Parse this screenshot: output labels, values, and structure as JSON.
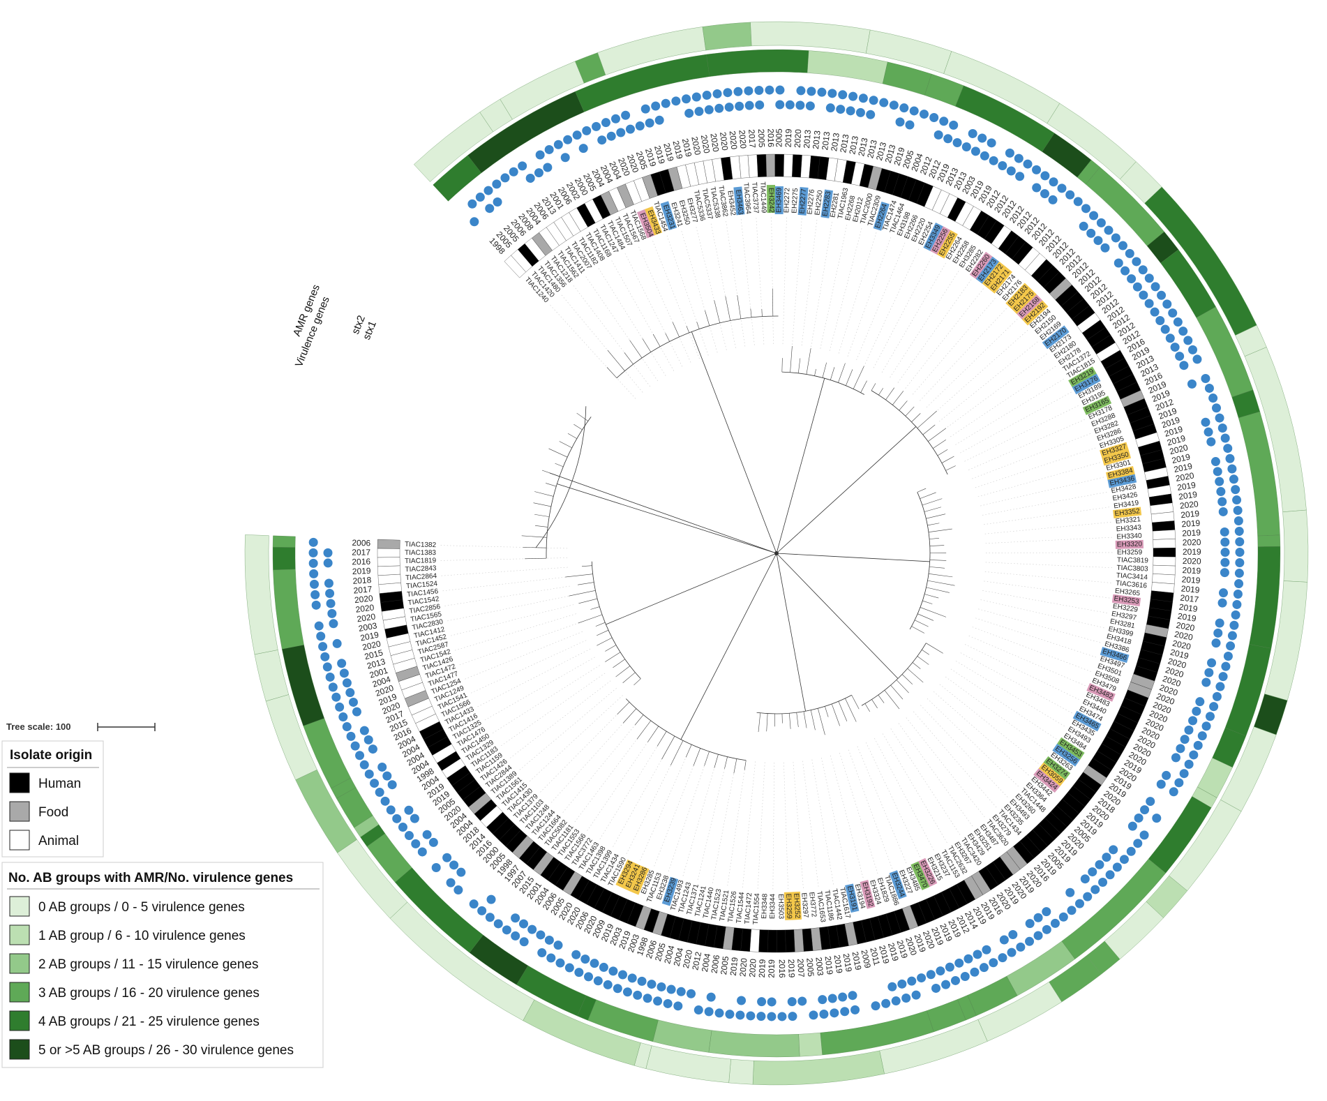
{
  "ring_titles": {
    "amr": "AMR genes",
    "virulence": "Virulence genes",
    "stx2": "stx2",
    "stx1": "stx1"
  },
  "tree_scale": {
    "label": "Tree scale: 100"
  },
  "legend_origin": {
    "title": "Isolate origin",
    "items": [
      {
        "label": "Human",
        "color": "#000000"
      },
      {
        "label": "Food",
        "color": "#a9a9a9"
      },
      {
        "label": "Animal",
        "color": "#ffffff"
      }
    ]
  },
  "legend_groups": {
    "title": "No. AB groups with AMR/No. virulence genes",
    "items": [
      {
        "label": "0 AB groups / 0 - 5 virulence genes",
        "color": "#ddefd8"
      },
      {
        "label": "1 AB group / 6 - 10 virulence genes",
        "color": "#bcdfb2"
      },
      {
        "label": "2 AB groups / 11 - 15 virulence genes",
        "color": "#93c98a"
      },
      {
        "label": "3 AB groups / 16 - 20 virulence genes",
        "color": "#5fa957"
      },
      {
        "label": "4 AB groups / 21 - 25 virulence genes",
        "color": "#2f7d2e"
      },
      {
        "label": "5 or >5 AB groups / 26 - 30 virulence genes",
        "color": "#1c4e1b"
      }
    ]
  },
  "colors": {
    "stx_dot": "#3a85c9",
    "highlight_yellow": "#f3c74a",
    "highlight_pink": "#d99ab8",
    "highlight_green": "#7dbb5e",
    "highlight_blue": "#5b9bd5",
    "highlight_orange": "#e8833a"
  },
  "leaves": [
    {
      "id": "TIAC1240",
      "year": "1998"
    },
    {
      "id": "TIAC1420",
      "year": "2005"
    },
    {
      "id": "TIAC1480",
      "year": "2005"
    },
    {
      "id": "TIAC1356",
      "year": "2006"
    },
    {
      "id": "TIAC1218",
      "year": "2008"
    },
    {
      "id": "TIAC1562",
      "year": "2004"
    },
    {
      "id": "TIAC1411",
      "year": "2006"
    },
    {
      "id": "TIAC2007",
      "year": "2013"
    },
    {
      "id": "TIAC1182",
      "year": "2001"
    },
    {
      "id": "TIAC1408",
      "year": "2006"
    },
    {
      "id": "TIAC1168",
      "year": "2002"
    },
    {
      "id": "TIAC1247",
      "year": "2000"
    },
    {
      "id": "TIAC1484",
      "year": "2005"
    },
    {
      "id": "TIAC1507",
      "year": "2004"
    },
    {
      "id": "TIAC1567",
      "year": "2004"
    },
    {
      "id": "TIAC1568",
      "year": "2004"
    },
    {
      "id": "EH3504",
      "year": "2020"
    },
    {
      "id": "EH3433",
      "year": "2020"
    },
    {
      "id": "TIAC1454",
      "year": "2005"
    },
    {
      "id": "EH3231",
      "year": "2019"
    },
    {
      "id": "EH3241",
      "year": "2019"
    },
    {
      "id": "EH3250",
      "year": "2019"
    },
    {
      "id": "EH3277",
      "year": "2019"
    },
    {
      "id": "TIAC5336",
      "year": "2019"
    },
    {
      "id": "TIAC5337",
      "year": "2020"
    },
    {
      "id": "TIAC5338",
      "year": "2020"
    },
    {
      "id": "TIAC3862",
      "year": "2020"
    },
    {
      "id": "EH3452",
      "year": "2020"
    },
    {
      "id": "EH3463",
      "year": "2020"
    },
    {
      "id": "TIAC3964",
      "year": "2020"
    },
    {
      "id": "TIAC3737",
      "year": "2017"
    },
    {
      "id": "TIAC1449",
      "year": "2005"
    },
    {
      "id": "EH3242",
      "year": "2016"
    },
    {
      "id": "EH3469",
      "year": "2005"
    },
    {
      "id": "EH2272",
      "year": "2019"
    },
    {
      "id": "EH2275",
      "year": "2020"
    },
    {
      "id": "EH2277",
      "year": "2013"
    },
    {
      "id": "EH2276",
      "year": "2013"
    },
    {
      "id": "EH2250",
      "year": "2013"
    },
    {
      "id": "EH2283",
      "year": "2013"
    },
    {
      "id": "EH2281",
      "year": "2013"
    },
    {
      "id": "TIAC1963",
      "year": "2013"
    },
    {
      "id": "EH2268",
      "year": "2013"
    },
    {
      "id": "EH2012",
      "year": "2013"
    },
    {
      "id": "TIAC2000",
      "year": "2013"
    },
    {
      "id": "TIAC2309",
      "year": "2013"
    },
    {
      "id": "EH2264",
      "year": "2019"
    },
    {
      "id": "TIAC1474",
      "year": "2005"
    },
    {
      "id": "TIAC1464",
      "year": "2004"
    },
    {
      "id": "EH3198",
      "year": "2012"
    },
    {
      "id": "EH2266",
      "year": "2012"
    },
    {
      "id": "EH2220",
      "year": "2019"
    },
    {
      "id": "EH2254",
      "year": "2013"
    },
    {
      "id": "EH3349",
      "year": "2013"
    },
    {
      "id": "EH2256",
      "year": "2003"
    },
    {
      "id": "EH2255",
      "year": "2019"
    },
    {
      "id": "EH2264",
      "year": "2019"
    },
    {
      "id": "EH2258",
      "year": "2012"
    },
    {
      "id": "EH3285",
      "year": "2012"
    },
    {
      "id": "EH2282",
      "year": "2012"
    },
    {
      "id": "EH2260",
      "year": "2012"
    },
    {
      "id": "EH2173",
      "year": "2012"
    },
    {
      "id": "EH2172",
      "year": "2012"
    },
    {
      "id": "EH2171",
      "year": "2012"
    },
    {
      "id": "EH2174",
      "year": "2012"
    },
    {
      "id": "EH2176",
      "year": "2012"
    },
    {
      "id": "EH2183",
      "year": "2012"
    },
    {
      "id": "EH2175",
      "year": "2012"
    },
    {
      "id": "EH2168",
      "year": "2012"
    },
    {
      "id": "EH2192",
      "year": "2012"
    },
    {
      "id": "EH2194",
      "year": "2012"
    },
    {
      "id": "EH2150",
      "year": "2012"
    },
    {
      "id": "EH2169",
      "year": "2012"
    },
    {
      "id": "EH2170",
      "year": "2012"
    },
    {
      "id": "EH2173",
      "year": "2012"
    },
    {
      "id": "EH2180",
      "year": "2012"
    },
    {
      "id": "EH2178",
      "year": "2012"
    },
    {
      "id": "TIAC1372",
      "year": "2012"
    },
    {
      "id": "TIAC1815",
      "year": "2012"
    },
    {
      "id": "EH3219",
      "year": "2016"
    },
    {
      "id": "EH3176",
      "year": "2019"
    },
    {
      "id": "EH3189",
      "year": "2013"
    },
    {
      "id": "EH3195",
      "year": "2013"
    },
    {
      "id": "EH3165",
      "year": "2016"
    },
    {
      "id": "EH3178",
      "year": "2019"
    },
    {
      "id": "EH3288",
      "year": "2019"
    },
    {
      "id": "EH3282",
      "year": "2012"
    },
    {
      "id": "EH3286",
      "year": "2019"
    },
    {
      "id": "EH3305",
      "year": "2019"
    },
    {
      "id": "EH3327",
      "year": "2019"
    },
    {
      "id": "EH3350",
      "year": "2019"
    },
    {
      "id": "EH3301",
      "year": "2020"
    },
    {
      "id": "EH3384",
      "year": "2019"
    },
    {
      "id": "EH3436",
      "year": "2019"
    },
    {
      "id": "EH3428",
      "year": "2020"
    },
    {
      "id": "EH3426",
      "year": "2019"
    },
    {
      "id": "EH3419",
      "year": "2019"
    },
    {
      "id": "EH3352",
      "year": "2020"
    },
    {
      "id": "EH3321",
      "year": "2019"
    },
    {
      "id": "EH3343",
      "year": "2019"
    },
    {
      "id": "EH3340",
      "year": "2019"
    },
    {
      "id": "EH3320",
      "year": "2020"
    },
    {
      "id": "EH3259",
      "year": "2019"
    },
    {
      "id": "TIAC3819",
      "year": "2020"
    },
    {
      "id": "TIAC3803",
      "year": "2019"
    },
    {
      "id": "TIAC3414",
      "year": "2019"
    },
    {
      "id": "TIAC3616",
      "year": "2019"
    },
    {
      "id": "EH3265",
      "year": "2017"
    },
    {
      "id": "EH3253",
      "year": "2019"
    },
    {
      "id": "EH3229",
      "year": "2019"
    },
    {
      "id": "EH3297",
      "year": "2020"
    },
    {
      "id": "EH3281",
      "year": "2020"
    },
    {
      "id": "EH3399",
      "year": "2020"
    },
    {
      "id": "EH3418",
      "year": "2019"
    },
    {
      "id": "EH3386",
      "year": "2020"
    },
    {
      "id": "EH3466",
      "year": "2020"
    },
    {
      "id": "EH3497",
      "year": "2020"
    },
    {
      "id": "EH3501",
      "year": "2020"
    },
    {
      "id": "EH3508",
      "year": "2020"
    },
    {
      "id": "EH3479",
      "year": "2020"
    },
    {
      "id": "EH3482",
      "year": "2020"
    },
    {
      "id": "EH3483",
      "year": "2020"
    },
    {
      "id": "EH3440",
      "year": "2020"
    },
    {
      "id": "EH3474",
      "year": "2020"
    },
    {
      "id": "EH3465",
      "year": "2020"
    },
    {
      "id": "EH3435",
      "year": "2020"
    },
    {
      "id": "EH3493",
      "year": "2019"
    },
    {
      "id": "EH3484",
      "year": "2020"
    },
    {
      "id": "EH3453",
      "year": "2019"
    },
    {
      "id": "EH3256",
      "year": "2019"
    },
    {
      "id": "EH3263",
      "year": "2020"
    },
    {
      "id": "EH3274",
      "year": "2018"
    },
    {
      "id": "EH3059",
      "year": "2020"
    },
    {
      "id": "EH3424",
      "year": "2019"
    },
    {
      "id": "EH3442",
      "year": "2019"
    },
    {
      "id": "EH3364",
      "year": "2005"
    },
    {
      "id": "TIAC1448",
      "year": "2020"
    },
    {
      "id": "EH3260",
      "year": "2019"
    },
    {
      "id": "EH3493",
      "year": "2019"
    },
    {
      "id": "EH3235",
      "year": "2005"
    },
    {
      "id": "TIAC1434",
      "year": "2019"
    },
    {
      "id": "EH3279",
      "year": "2016"
    },
    {
      "id": "TIAC3620",
      "year": "2020"
    },
    {
      "id": "EH3487",
      "year": "2019"
    },
    {
      "id": "EH3251",
      "year": "2020"
    },
    {
      "id": "EH3429",
      "year": "2019"
    },
    {
      "id": "TIAC3420",
      "year": "2020"
    },
    {
      "id": "EH3267",
      "year": "2016"
    },
    {
      "id": "TIAC2632",
      "year": "2019"
    },
    {
      "id": "TIAC1153",
      "year": "2019"
    },
    {
      "id": "EH3237",
      "year": "2014"
    },
    {
      "id": "EH3215",
      "year": "2012"
    },
    {
      "id": "EH3226",
      "year": "2019"
    },
    {
      "id": "EH3470",
      "year": "2019"
    },
    {
      "id": "EH3485",
      "year": "2019"
    },
    {
      "id": "EH3227",
      "year": "2020"
    },
    {
      "id": "EH3244",
      "year": "2019"
    },
    {
      "id": "TIAC1886",
      "year": "2020"
    },
    {
      "id": "EH1829",
      "year": "2019"
    },
    {
      "id": "EH3324",
      "year": "2019"
    },
    {
      "id": "EH3192",
      "year": "2019"
    },
    {
      "id": "EH3194",
      "year": "2011"
    },
    {
      "id": "EH3191",
      "year": "2009"
    },
    {
      "id": "TIAC1617",
      "year": "2019"
    },
    {
      "id": "TIAC1442",
      "year": "2019"
    },
    {
      "id": "TIAC1186",
      "year": "2019"
    },
    {
      "id": "TIAC1653",
      "year": "2019"
    },
    {
      "id": "EH3772",
      "year": "2003"
    },
    {
      "id": "EH3297",
      "year": "2005"
    },
    {
      "id": "EH3252",
      "year": "2007"
    },
    {
      "id": "EH3259",
      "year": "2019"
    },
    {
      "id": "EH3503",
      "year": "2016"
    },
    {
      "id": "EH3344",
      "year": "2019"
    },
    {
      "id": "EH3348",
      "year": "2019"
    },
    {
      "id": "TIAC1554",
      "year": "2020"
    },
    {
      "id": "TIAC1472",
      "year": "2020"
    },
    {
      "id": "TIAC1544",
      "year": "2019"
    },
    {
      "id": "TIAC1526",
      "year": "2005"
    },
    {
      "id": "TIAC1521",
      "year": "2006"
    },
    {
      "id": "TIAC1523",
      "year": "2004"
    },
    {
      "id": "TIAC1440",
      "year": "2012"
    },
    {
      "id": "TIAC1241",
      "year": "2020"
    },
    {
      "id": "TIAC1371",
      "year": "2004"
    },
    {
      "id": "TIAC1243",
      "year": "2004"
    },
    {
      "id": "TIAC1493",
      "year": "2005"
    },
    {
      "id": "EH3239",
      "year": "2006"
    },
    {
      "id": "EH3238",
      "year": "1998"
    },
    {
      "id": "TIAC1153",
      "year": "2003"
    },
    {
      "id": "EH3285",
      "year": "2019"
    },
    {
      "id": "EH3286",
      "year": "2003"
    },
    {
      "id": "EH3241",
      "year": "2019"
    },
    {
      "id": "EH3294",
      "year": "2009"
    },
    {
      "id": "TIAC1590",
      "year": "2020"
    },
    {
      "id": "TIAC1434",
      "year": "2006"
    },
    {
      "id": "TIAC1399",
      "year": "2020"
    },
    {
      "id": "TIAC1398",
      "year": "2020"
    },
    {
      "id": "TIAC1463",
      "year": "2005"
    },
    {
      "id": "TIAC3772",
      "year": "2006"
    },
    {
      "id": "TIAC1566",
      "year": "2004"
    },
    {
      "id": "TIAC1553",
      "year": "2001"
    },
    {
      "id": "TIAC1181",
      "year": "2015"
    },
    {
      "id": "TIAC5082",
      "year": "2007"
    },
    {
      "id": "TIAC1664",
      "year": "1997"
    },
    {
      "id": "TIAC1244",
      "year": "1998"
    },
    {
      "id": "TIAC1248",
      "year": "2005"
    },
    {
      "id": "TIAC1103",
      "year": "2000"
    },
    {
      "id": "TIAC1379",
      "year": "2016"
    },
    {
      "id": "TIAC1430",
      "year": "2014"
    },
    {
      "id": "TIAC1415",
      "year": "2018"
    },
    {
      "id": "TIAC1561",
      "year": "2004"
    },
    {
      "id": "TIAC1389",
      "year": "2004"
    },
    {
      "id": "TIAC2844",
      "year": "2020"
    },
    {
      "id": "TIAC1426",
      "year": "2005"
    },
    {
      "id": "TIAC1159",
      "year": "2019"
    },
    {
      "id": "TIAC1183",
      "year": "2019"
    },
    {
      "id": "TIAC1329",
      "year": "2004"
    },
    {
      "id": "TIAC1450",
      "year": "1998"
    },
    {
      "id": "TIAC1476",
      "year": "2004"
    },
    {
      "id": "TIAC1325",
      "year": "2004"
    },
    {
      "id": "TIAC1416",
      "year": "2004"
    },
    {
      "id": "TIAC1433",
      "year": "2004"
    },
    {
      "id": "TIAC1566",
      "year": "2016"
    },
    {
      "id": "TIAC1541",
      "year": "2015"
    },
    {
      "id": "TIAC1249",
      "year": "2017"
    },
    {
      "id": "TIAC1254",
      "year": "2020"
    },
    {
      "id": "TIAC1477",
      "year": "2019"
    },
    {
      "id": "TIAC1472",
      "year": "2020"
    },
    {
      "id": "TIAC1426",
      "year": "2004"
    },
    {
      "id": "TIAC1542",
      "year": "2001"
    },
    {
      "id": "TIAC2587",
      "year": "2013"
    },
    {
      "id": "TIAC1452",
      "year": "2015"
    },
    {
      "id": "TIAC1412",
      "year": "2020"
    },
    {
      "id": "TIAC2830",
      "year": "2019"
    },
    {
      "id": "TIAC1565",
      "year": "2003"
    },
    {
      "id": "TIAC2856",
      "year": "2020"
    },
    {
      "id": "TIAC1542",
      "year": "2020"
    },
    {
      "id": "TIAC1456",
      "year": "2020"
    },
    {
      "id": "TIAC1524",
      "year": "2017"
    },
    {
      "id": "TIAC2864",
      "year": "2018"
    },
    {
      "id": "TIAC2843",
      "year": "2019"
    },
    {
      "id": "TIAC1819",
      "year": "2016"
    },
    {
      "id": "TIAC1383",
      "year": "2017"
    },
    {
      "id": "TIAC1382",
      "year": "2006"
    }
  ]
}
